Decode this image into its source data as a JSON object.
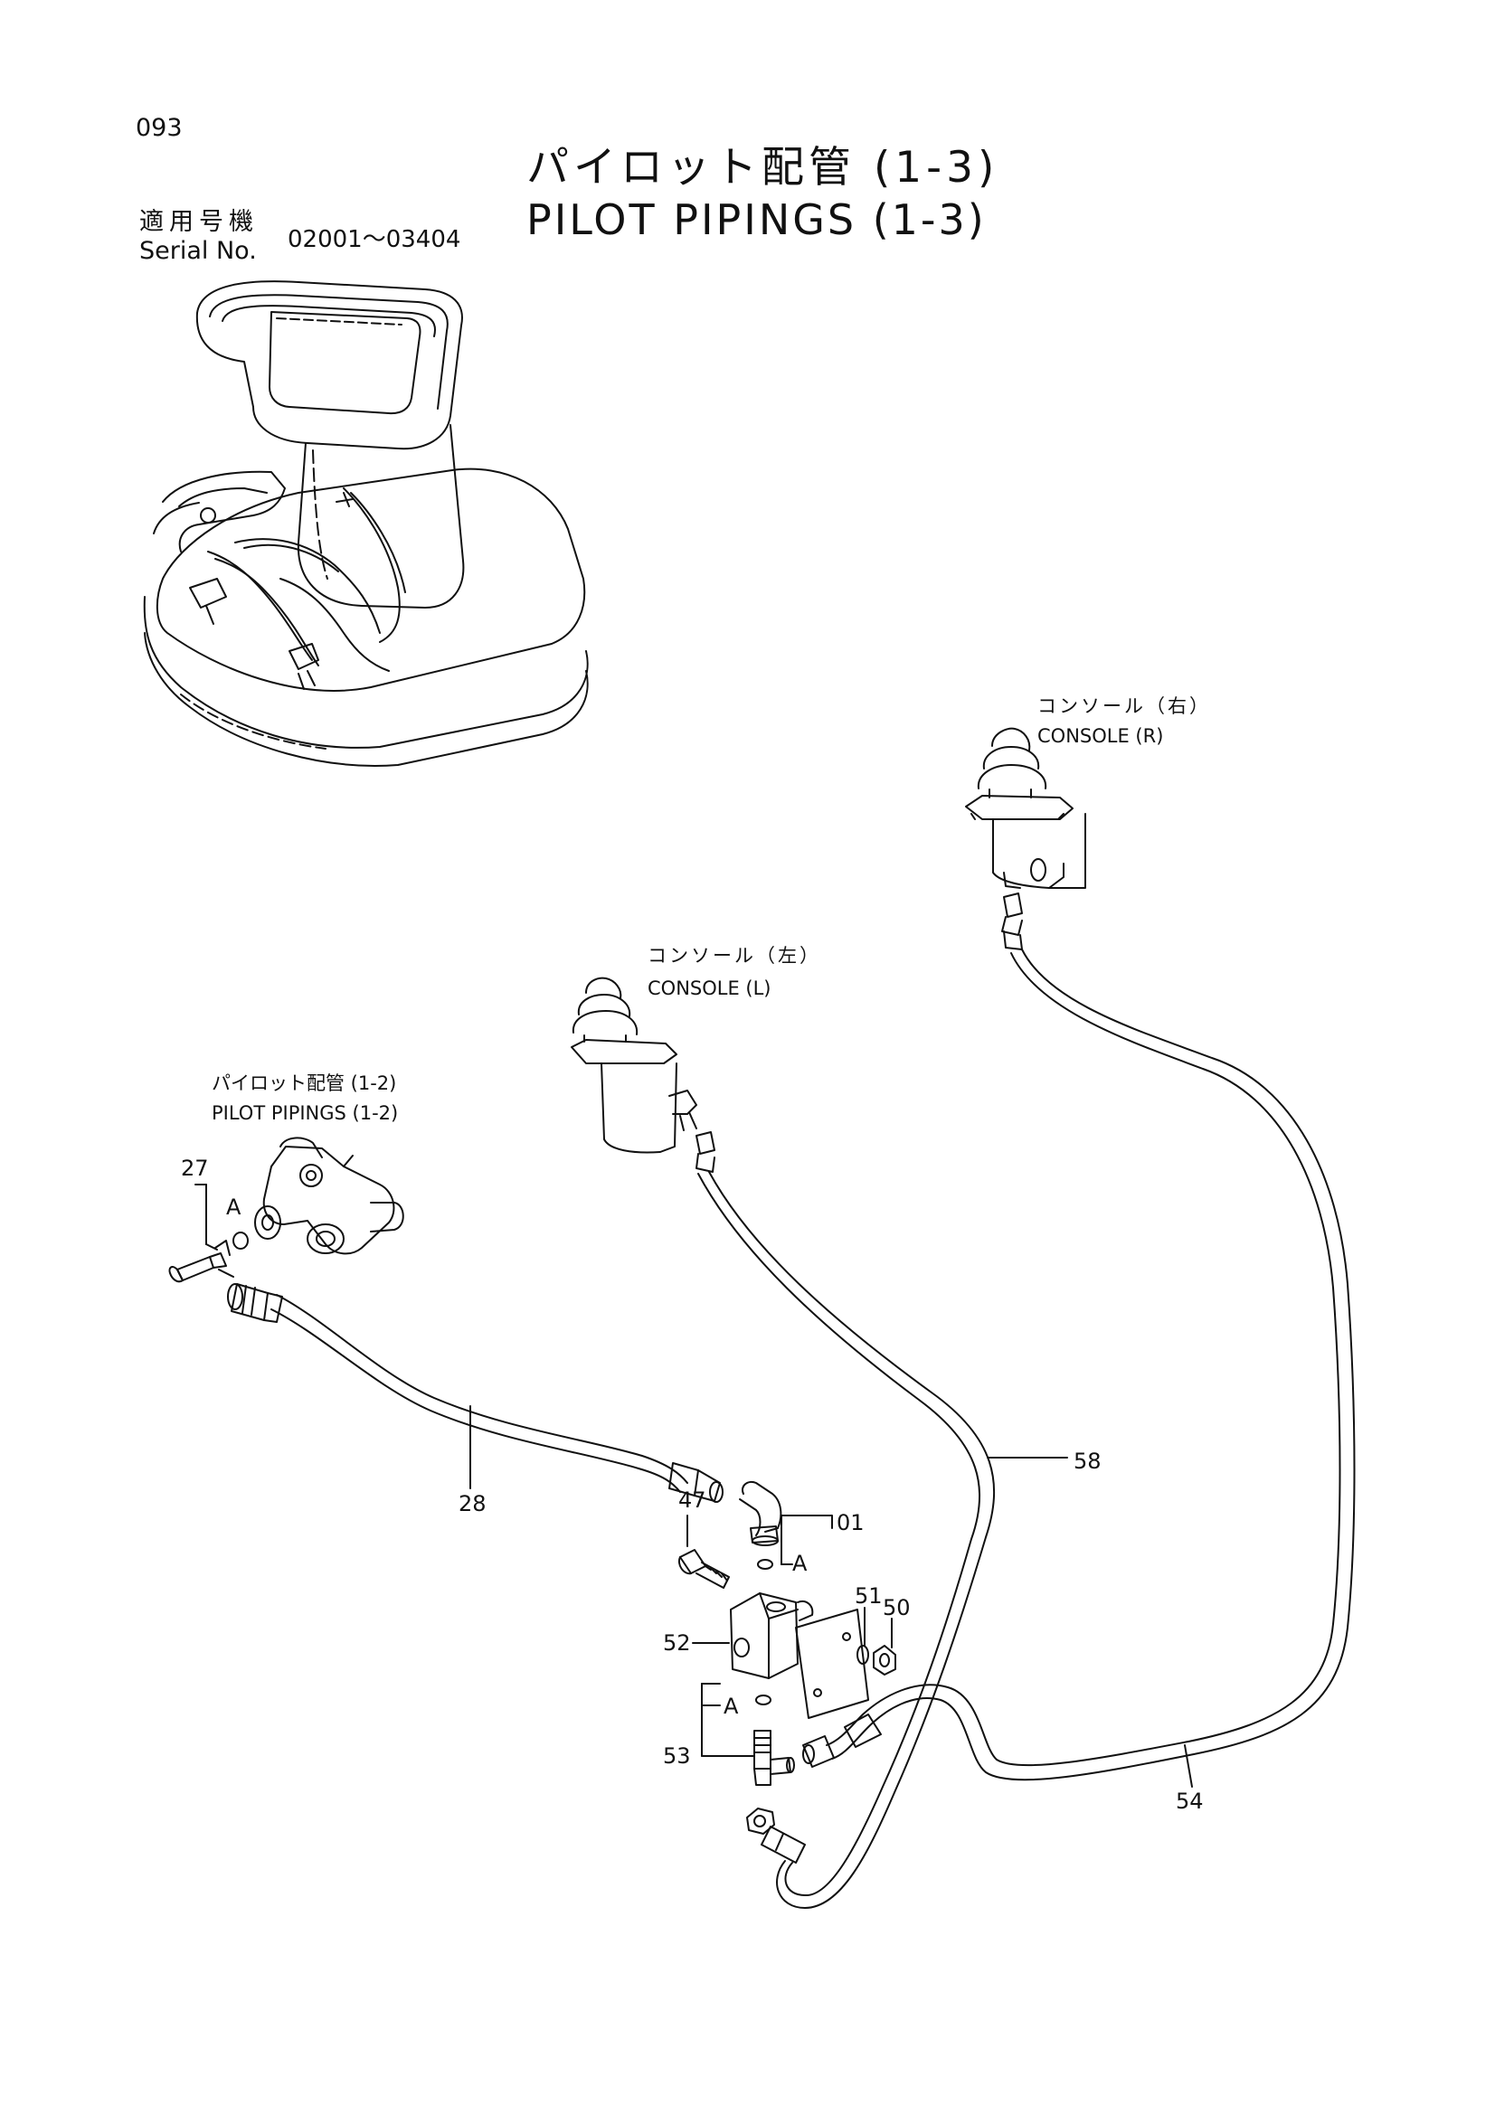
{
  "page_number": "093",
  "title_jp": "パイロット配管 (1-3)",
  "title_en": "PILOT PIPINGS (1-3)",
  "serial_label_jp": "適用号機",
  "serial_label_en": "Serial No.",
  "serial_range": "02001～03404",
  "console_right": {
    "jp": "コンソール（右）",
    "en": "CONSOLE (R)"
  },
  "console_left": {
    "jp": "コンソール（左）",
    "en": "CONSOLE (L)"
  },
  "ref_pilot": {
    "jp": "パイロット配管 (1-2)",
    "en": "PILOT PIPINGS (1-2)"
  },
  "detail_marker": "A",
  "parts": {
    "p27": "27",
    "p28": "28",
    "p47": "47",
    "p01": "01",
    "p51": "51",
    "p50": "50",
    "p52": "52",
    "p53": "53",
    "p54": "54",
    "p58": "58"
  }
}
